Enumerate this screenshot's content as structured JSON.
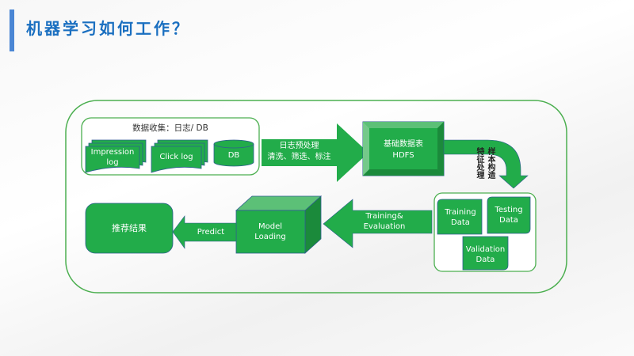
{
  "title": "机器学习如何工作？",
  "colors": {
    "accent": "#4a86d4",
    "title": "#1a6fc0",
    "green": "#22ac4a",
    "green_border": "#4caf50",
    "shape_border": "#2f5f8f"
  },
  "diagram": {
    "collection_label": "数据收集：日志/ DB",
    "impression_log": "Impression log",
    "click_log": "Click log",
    "db": "DB",
    "preprocess_line1": "日志预处理",
    "preprocess_line2": "清洗、筛选、标注",
    "hdfs_line1": "基础数据表",
    "hdfs_line2": "HDFS",
    "sample_construct": "样本构造",
    "feature_process": "特征处理",
    "training_data": "Training Data",
    "testing_data": "Testing Data",
    "validation_data": "Validation Data",
    "training_eval": "Training& Evaluation",
    "model_loading": "Model Loading",
    "predict": "Predict",
    "result": "推荐结果"
  }
}
